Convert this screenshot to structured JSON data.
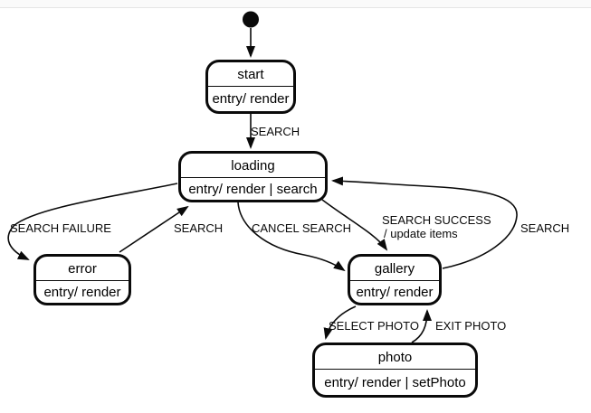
{
  "diagram": {
    "kind": "statechart",
    "colors": {
      "stroke": "#0a0a0a",
      "state_fill": "#ffffff",
      "background": "#ffffff",
      "top_strip": "#fafafa"
    },
    "initial": {
      "to": "start"
    },
    "states": {
      "start": {
        "title": "start",
        "entry": "entry/ render"
      },
      "loading": {
        "title": "loading",
        "entry": "entry/ render | search"
      },
      "error": {
        "title": "error",
        "entry": "entry/ render"
      },
      "gallery": {
        "title": "gallery",
        "entry": "entry/ render"
      },
      "photo": {
        "title": "photo",
        "entry": "entry/ render | setPhoto"
      }
    },
    "transitions": {
      "start_to_loading": {
        "from": "start",
        "to": "loading",
        "label": "SEARCH"
      },
      "loading_to_error": {
        "from": "loading",
        "to": "error",
        "label": "SEARCH FAILURE"
      },
      "error_to_loading": {
        "from": "error",
        "to": "loading",
        "label": "SEARCH"
      },
      "loading_to_gallery_cancel": {
        "from": "loading",
        "to": "gallery",
        "label": "CANCEL SEARCH"
      },
      "loading_to_gallery_success": {
        "from": "loading",
        "to": "gallery",
        "label": "SEARCH SUCCESS",
        "action": "/ update items"
      },
      "gallery_to_loading": {
        "from": "gallery",
        "to": "loading",
        "label": "SEARCH"
      },
      "gallery_to_photo": {
        "from": "gallery",
        "to": "photo",
        "label": "SELECT PHOTO"
      },
      "photo_to_gallery": {
        "from": "photo",
        "to": "gallery",
        "label": "EXIT PHOTO"
      }
    }
  }
}
